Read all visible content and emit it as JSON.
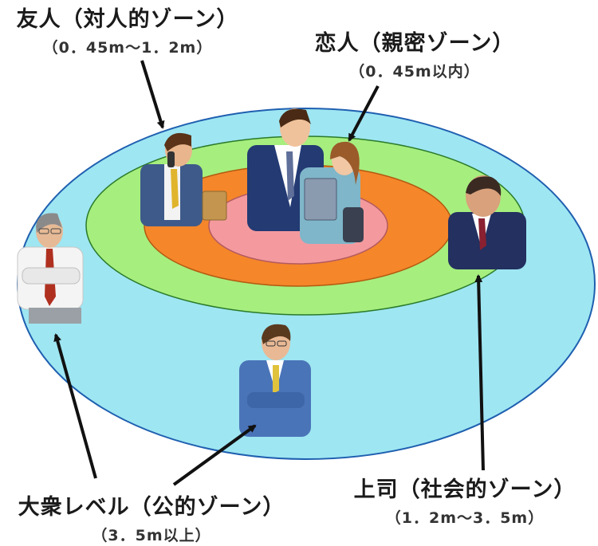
{
  "colors": {
    "outer_ring": "#9EE6F2",
    "middle_ring": "#A6EE7E",
    "inner_ring": "#F5862A",
    "center": "#F49A9E",
    "ring_stroke": "#1f5fb0",
    "arrow": "#111111"
  },
  "zones": {
    "friend": {
      "name": "友人（対人的ゾーン）",
      "range": "（0．45m～1．2m）"
    },
    "lover": {
      "name": "恋人（親密ゾーン）",
      "range": "（0．45m以内）"
    },
    "boss": {
      "name": "上司（社会的ゾーン）",
      "range": "（1．2m～3．5m）"
    },
    "public": {
      "name": "大衆レベル（公的ゾーン）",
      "range": "（3．5m以上）"
    }
  },
  "figures": {
    "friend": "man-on-phone-figure",
    "couple": "couple-figure",
    "boss": "businessman-figure",
    "public_left": "man-arms-crossed-figure",
    "public_bottom": "man-arms-crossed-figure"
  }
}
